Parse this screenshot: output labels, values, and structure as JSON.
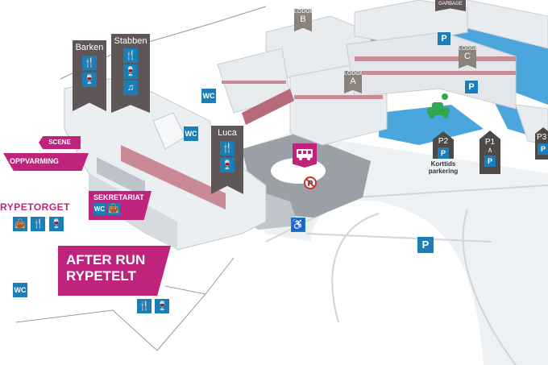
{
  "map": {
    "colors": {
      "magenta": "#c0237c",
      "blue": "#1a7fb7",
      "dark_flag": "#5f5757",
      "building_roof": "#e8ecef",
      "building_wall": "#c8ced4",
      "stripe": "#c98a95",
      "water": "#4aa6dc",
      "road": "#d5dadf",
      "plaza": "#9aa0a6"
    },
    "restaurants": [
      {
        "name": "Barken",
        "icons": [
          "fork-knife-icon",
          "wine-glass-icon"
        ]
      },
      {
        "name": "Stabben",
        "icons": [
          "fork-knife-icon",
          "wine-glass-icon",
          "music-note-icon"
        ]
      },
      {
        "name": "Luca",
        "icons": [
          "fork-knife-icon",
          "wine-glass-icon"
        ]
      }
    ],
    "wc_label": "WC",
    "parking_symbol": "P",
    "signs": {
      "scene": "SCENE",
      "oppvarming": "OPPVARMING",
      "sekretariat": "SEKRETARIAT",
      "rypetorget": "RYPETORGET",
      "after_run_line1": "AFTER RUN",
      "after_run_line2": "RYPETELT"
    },
    "lodges": [
      {
        "label": "LODGE",
        "letter": "B"
      },
      {
        "label": "LODGE",
        "letter": "A"
      },
      {
        "label": "LODGE",
        "letter": "C"
      }
    ],
    "garbage": "GARBAGE",
    "parking_zones": [
      {
        "name": "P2",
        "note": "Korttids parkering"
      },
      {
        "name": "P1"
      },
      {
        "name": "P3"
      }
    ],
    "rypetorget_icons": [
      "shopping-bag-icon",
      "fork-knife-icon",
      "wine-glass-icon"
    ],
    "after_run_icons": [
      "fork-knife-icon",
      "wine-glass-icon"
    ],
    "sekretariat_icons": [
      "wc-icon",
      "shopping-bag-icon"
    ]
  }
}
